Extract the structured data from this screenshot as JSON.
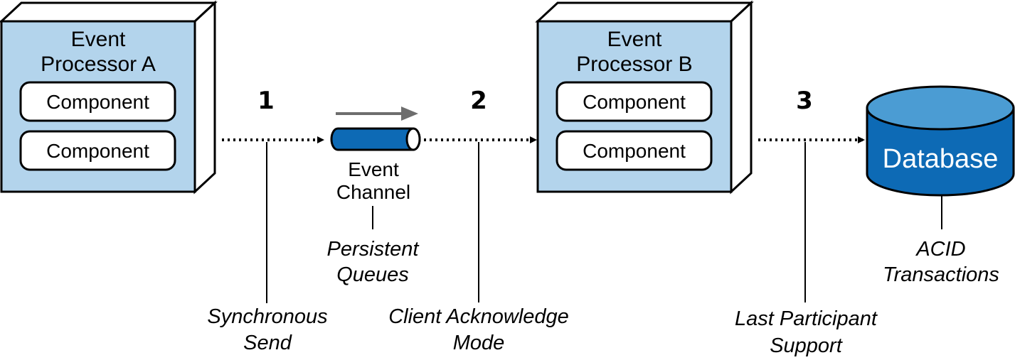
{
  "processor_a": {
    "title_line1": "Event",
    "title_line2": "Processor A",
    "components": [
      "Component",
      "Component"
    ]
  },
  "processor_b": {
    "title_line1": "Event",
    "title_line2": "Processor B",
    "components": [
      "Component",
      "Component"
    ]
  },
  "steps": [
    "1",
    "2",
    "3"
  ],
  "channel": {
    "line1": "Event",
    "line2": "Channel"
  },
  "database": {
    "label": "Database"
  },
  "notes": {
    "synchronous_send": [
      "Synchronous",
      "Send"
    ],
    "persistent_queues": [
      "Persistent",
      "Queues"
    ],
    "client_acknowledge": [
      "Client Acknowledge",
      "Mode"
    ],
    "last_participant": [
      "Last Participant",
      "Support"
    ],
    "acid": [
      "ACID",
      "Transactions"
    ]
  },
  "colors": {
    "processor_fill": "#b3d4ec",
    "component_fill": "#ffffff",
    "outline": "#000000",
    "channel_fill": "#0d6ab5",
    "database_top": "#4b9cd3",
    "database_body": "#0d6ab5",
    "flow_arrow": "#6d6d6d"
  },
  "icons": {
    "flow_arrow": "right-arrow-icon",
    "channel": "pipe-icon",
    "database": "cylinder-database-icon"
  }
}
